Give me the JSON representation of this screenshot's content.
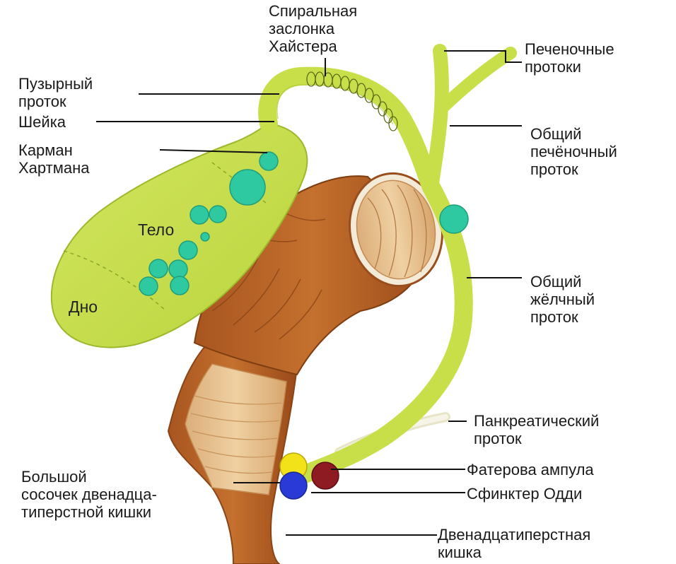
{
  "labels": {
    "heister_valve": "Спиральная\nзаслонка\nХайстера",
    "cystic_duct": "Пузырный\nпроток",
    "neck": "Шейка",
    "hartmann_pouch": "Карман\nХартмана",
    "body": "Тело",
    "fundus": "Дно",
    "hepatic_ducts": "Печеночные\nпротоки",
    "common_hepatic_duct": "Общий\nпечёночный\nпроток",
    "common_bile_duct": "Общий\nжёлчный\nпроток",
    "pancreatic_duct": "Панкреатический\nпроток",
    "vater_ampulla": "Фатерова ампула",
    "oddi_sphincter": "Сфинктер Одди",
    "major_papilla": "Большой\nсосочек двенадца-\nтиперстной кишки",
    "duodenum": "Двенадцатиперстная\nкишка"
  },
  "colors": {
    "bile_system": "#c8df4a",
    "stones": "#2ec9a0",
    "duodenum_outer": "#b8622a",
    "duodenum_inner": "#e8c08e",
    "papilla_yellow": "#f2e21a",
    "papilla_blue": "#2a3ad6",
    "ampulla_red": "#8e1a22"
  }
}
